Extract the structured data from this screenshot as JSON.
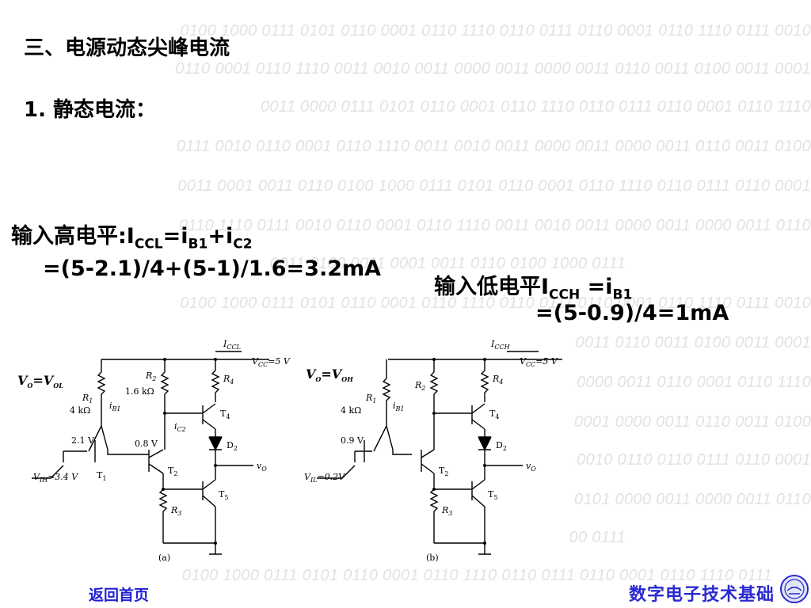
{
  "background": {
    "lines": [
      "0100 1000 0111 0101 0110 0001 0110 1110 0110 0111 0110 0001 0110 1110 0111 0010",
      "0110 0001 0110 1110 0011 0010 0011 0000 0011 0000 0011 0110 0011 0100 0011 0001",
      "0011 0000 0111 0101 0110 0001 0110 1110 0110 0111 0110 0001 0110 1110",
      "0111 0010 0110 0001 0110 1110 0011 0010 0011 0000 0011 0000 0011 0110 0011 0100",
      "0011 0001 0011 0110 0100 1000 0111 0101 0110 0001 0110 1110 0110 0111 0110 0001",
      "0110 1110 0111 0010 0110 0001 0110 1110 0011 0010 0011 0000 0011 0000 0011 0110",
      "0011 0100 0011 0001 0011 0110 0100 1000 0111",
      "0100 1000 0111 0101 0110 0001 0110 1110 0110 0111 0110 0001 0110 1110 0111 0010",
      "0110 0001 0110 1110 0011 0010 0011 0000 0011 0000 0011 0110 0011 0100 0011 0001",
      "0111 0010 0110 0001 0110 1110 0011 0010 0011 0000 0011 0110 0001 0110 1110",
      "0011 0001 0011 0110 0100 1000 0111 0101 0110 0001 0000 0011 0110 0011 0100",
      "0110 1110 0111 0010 0110 0001 0110 1110 0011 0010 0110 0110 0111 0110 0001",
      "0011 0100 0011 0001 0011 0110 0100 1000 0111 0101 0000 0011 0000 0011 0110",
      "0110 0001 0110 1110 0011 0010 0011 0000 0111",
      "0100 1000 0111 0101 0110 0001 0110 1110 0110 0111 0110 0001 0110 1110 0111"
    ]
  },
  "slide": {
    "title": "三、电源动态尖峰电流",
    "section": "1. 静态电流：",
    "high_input": {
      "label": "输入高电平:I",
      "s1": "CCL",
      "t1": "=i",
      "s2": "B1",
      "t2": "+i",
      "s3": "C2",
      "calc": "=(5-2.1)/4+(5-1)/1.6=3.2mA"
    },
    "low_input": {
      "label": "输入低电平I",
      "s1": "CCH",
      "t1": " =i",
      "s2": "B1",
      "calc": "=(5-0.9)/4=1mA"
    }
  },
  "circuit_a": {
    "icc": "I",
    "icc_sub": "CCL",
    "vcc": "V",
    "vcc_sub": "CC",
    "vcc_val": "=5 V",
    "vo": "V",
    "vo_sub": "O",
    "eq": "=",
    "vol": "V",
    "vol_sub": "OL",
    "r1": "R",
    "r1_sub": "1",
    "r1_val": "4 kΩ",
    "ib1": "i",
    "ib1_sub": "B1",
    "r2": "R",
    "r2_sub": "2",
    "r2_val": "1.6 kΩ",
    "ic2": "i",
    "ic2_sub": "C2",
    "r4": "R",
    "r4_sub": "4",
    "t4": "T",
    "t4_sub": "4",
    "d2": "D",
    "d2_sub": "2",
    "vo_out": "v",
    "vo_out_sub": "O",
    "v21": "2.1 V",
    "v08": "0.8 V",
    "t1": "T",
    "t1_sub": "1",
    "t2": "T",
    "t2_sub": "2",
    "vih": "V",
    "vih_sub": "IH",
    "vih_val": "=3.4 V",
    "r3": "R",
    "r3_sub": "3",
    "t5": "T",
    "t5_sub": "5",
    "caption": "(a)"
  },
  "circuit_b": {
    "icc": "I",
    "icc_sub": "CCH",
    "vcc": "V",
    "vcc_sub": "CC",
    "vcc_val": "=5 V",
    "vo": "V",
    "vo_sub": "O",
    "eq": "=",
    "voh": "V",
    "voh_sub": "OH",
    "r1": "R",
    "r1_sub": "1",
    "r1_val": "4 kΩ",
    "ib1": "i",
    "ib1_sub": "B1",
    "r2": "R",
    "r2_sub": "2",
    "r4": "R",
    "r4_sub": "4",
    "t4": "T",
    "t4_sub": "4",
    "d2": "D",
    "d2_sub": "2",
    "vo_out": "v",
    "vo_out_sub": "O",
    "v09": "0.9 V",
    "t2": "T",
    "t2_sub": "2",
    "vil": "V",
    "vil_sub": "IL",
    "vil_val": "=0.2V",
    "r3": "R",
    "r3_sub": "3",
    "t5": "T",
    "t5_sub": "5",
    "caption": "(b)"
  },
  "footer": {
    "home_link": "返回首页",
    "course_name": "数字电子技术基础"
  },
  "colors": {
    "link": "#1f1fd6",
    "course": "#2a2ad0",
    "background_digits": "#e2e2e2"
  }
}
